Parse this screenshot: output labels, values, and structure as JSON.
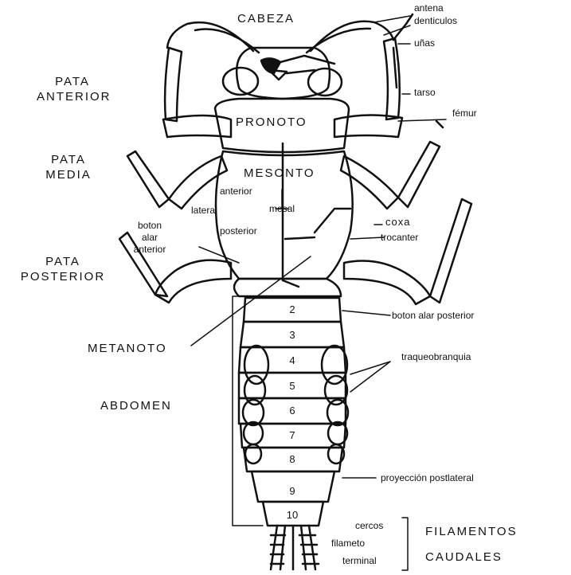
{
  "colors": {
    "ink": "#111111",
    "paper": "#ffffff"
  },
  "labels": {
    "cabeza": "CABEZA",
    "antena": "antena",
    "denticulos": "denticulos",
    "unas": "uñas",
    "tarso": "tarso",
    "femur": "fémur",
    "pata_anterior": [
      "PATA",
      "ANTERIOR"
    ],
    "pata_media": [
      "PATA",
      "MEDIA"
    ],
    "pata_posterior": [
      "PATA",
      "POSTERIOR"
    ],
    "pronoto": "PRONOTO",
    "mesonto": "MESONTO",
    "anterior": "anterior",
    "lateral": "lateral",
    "mesal": "mesal",
    "posterior": "posterior",
    "boton_alar_anterior": [
      "boton",
      "alar",
      "anterior"
    ],
    "coxa": "coxa",
    "trocanter": "trocanter",
    "boton_alar_posterior": "boton alar posterior",
    "metanoto": "METANOTO",
    "traqueobranquia": "traqueobranquia",
    "abdomen": "ABDOMEN",
    "proyeccion_postlateral": "proyección postlateral",
    "cercos": "cercos",
    "filamento": "filameto",
    "terminal": "terminal",
    "filamentos": "FILAMENTOS",
    "caudales": "CAUDALES"
  },
  "segments": [
    "2",
    "3",
    "4",
    "5",
    "6",
    "7",
    "8",
    "9",
    "10"
  ]
}
